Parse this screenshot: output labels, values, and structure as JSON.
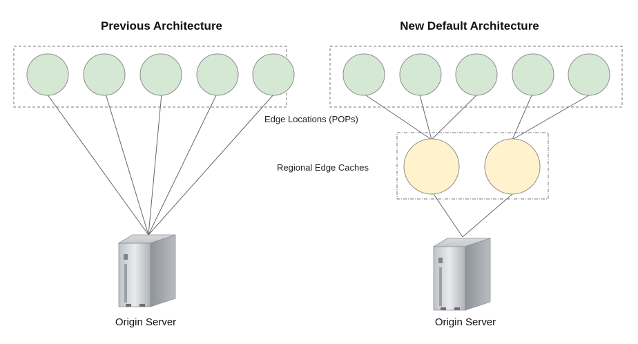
{
  "previous": {
    "title": "Previous Architecture",
    "server_label": "Origin Server"
  },
  "new_default": {
    "title": "New Default Architecture",
    "server_label": "Origin Server"
  },
  "labels": {
    "edge_locations": "Edge Locations (POPs)",
    "regional_edge_caches": "Regional Edge Caches"
  },
  "colors": {
    "edge_fill": "#d5e8d4",
    "cache_fill": "#fff2cc",
    "node_stroke": "#8c8c8c",
    "line": "#666666",
    "group_border": "#777777"
  }
}
